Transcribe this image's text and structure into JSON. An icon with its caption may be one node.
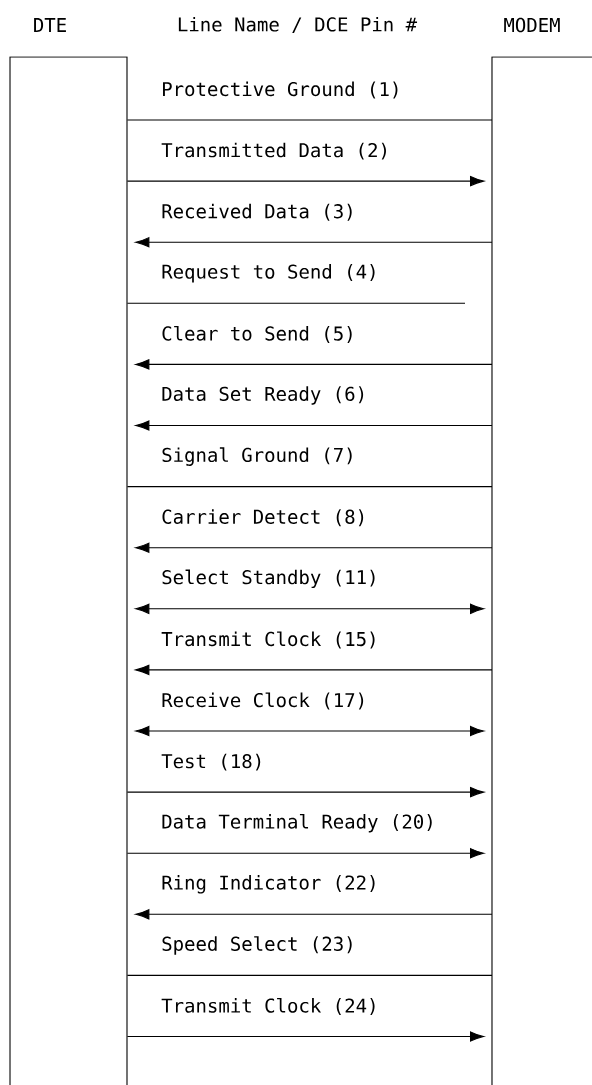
{
  "diagram": {
    "nodes": [
      {
        "text": [
          "DTE"
        ]
      },
      {
        "text": [
          "MODEM"
        ]
      }
    ],
    "edges": [
      {
        "from": 0,
        "to": 1,
        "arrow": "none",
        "label": "Protective Ground (1)"
      },
      {
        "from": 0,
        "to": 1,
        "arrow": "to",
        "label": "Transmitted Data (2)"
      },
      {
        "from": 1,
        "to": 0,
        "arrow": "to",
        "label": "Received Data (3)"
      },
      {
        "from": 0,
        "to": 1,
        "arrow": "none",
        "label": "Request to Send (4)"
      },
      {
        "from": 1,
        "to": 0,
        "arrow": "to",
        "label": "Clear to Send (5)"
      },
      {
        "from": 1,
        "to": 0,
        "arrow": "to",
        "label": "Data Set Ready (6)"
      },
      {
        "from": 0,
        "to": 1,
        "arrow": "none",
        "label": "Signal Ground (7)"
      },
      {
        "from": 1,
        "to": 0,
        "arrow": "to",
        "label": "Carrier Detect (8)"
      },
      {
        "from": 0,
        "to": 1,
        "arrow": "both",
        "label": "Select Standby (11)"
      },
      {
        "from": 1,
        "to": 0,
        "arrow": "to",
        "label": "Transmit Clock (15)"
      },
      {
        "from": 0,
        "to": 1,
        "arrow": "both",
        "label": "Receive Clock (17)"
      },
      {
        "from": 0,
        "to": 1,
        "arrow": "to",
        "label": "Test (18)"
      },
      {
        "from": 0,
        "to": 1,
        "arrow": "to",
        "label": "Data Terminal Ready (20)"
      },
      {
        "from": 1,
        "to": 0,
        "arrow": "to",
        "label": "Ring Indicator (22)"
      },
      {
        "from": 0,
        "to": 1,
        "arrow": "none",
        "label": "Speed Select (23)"
      },
      {
        "from": 0,
        "to": 1,
        "arrow": "to",
        "label": "Transmit Clock (24)"
      }
    ],
    "labels": [
      "Line Name / DCE Pin #"
    ]
  }
}
